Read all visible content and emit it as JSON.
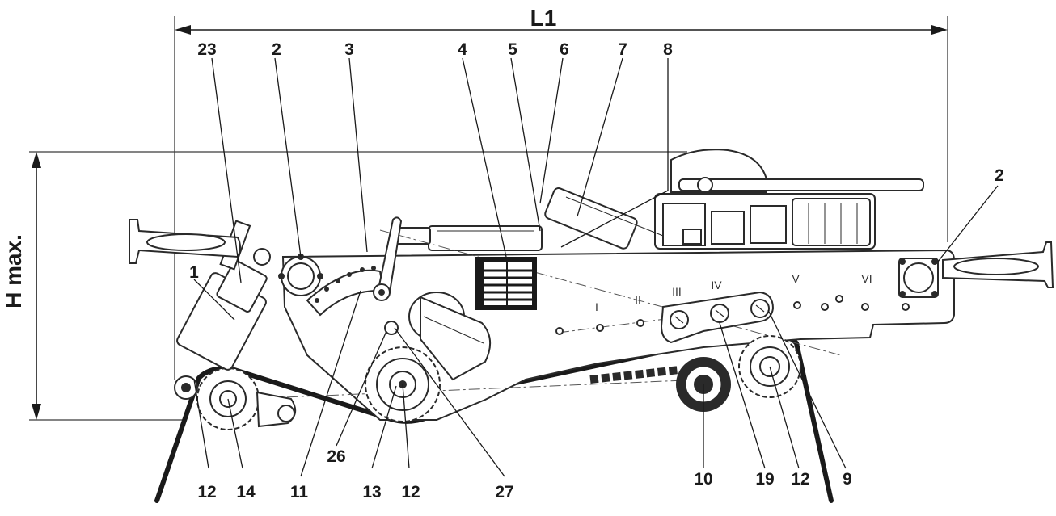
{
  "dimensions": {
    "length_label": "L1",
    "height_label": "H max."
  },
  "callouts": {
    "c23": "23",
    "c2_left": "2",
    "c3": "3",
    "c4": "4",
    "c5": "5",
    "c6": "6",
    "c7": "7",
    "c8": "8",
    "c2_right": "2",
    "c1": "1",
    "c12_a": "12",
    "c14": "14",
    "c11": "11",
    "c26": "26",
    "c13": "13",
    "c12_b": "12",
    "c27": "27",
    "c10": "10",
    "c19": "19",
    "c12_c": "12",
    "c9": "9"
  },
  "gear_positions": {
    "p1": "I",
    "p2": "II",
    "p3": "III",
    "p4": "IV",
    "p5": "V",
    "p6": "VI"
  },
  "colors": {
    "line": "#2a2a2a",
    "rope": "#1a1a1a",
    "background": "#ffffff"
  }
}
